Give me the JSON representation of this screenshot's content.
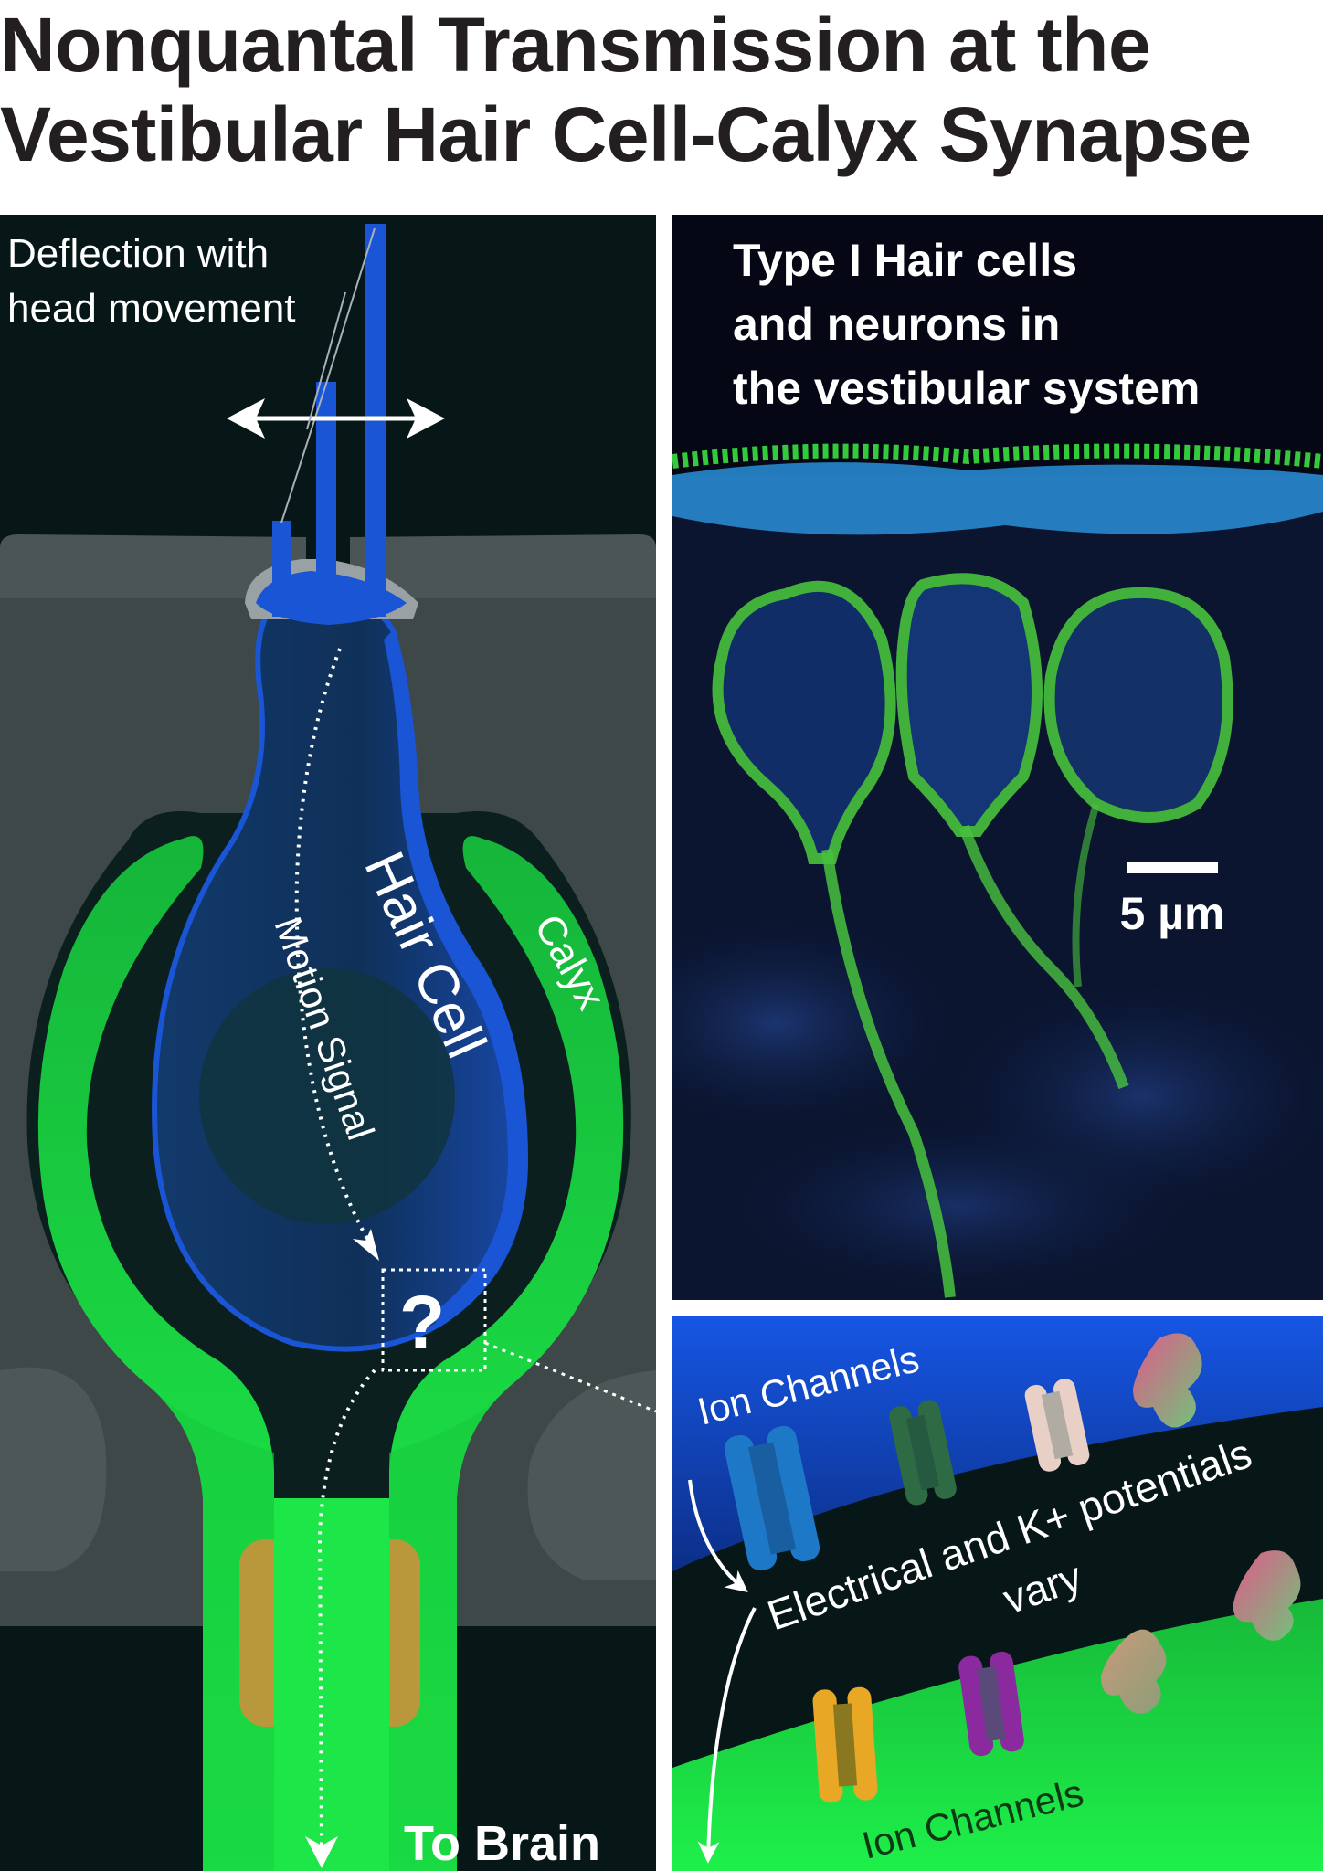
{
  "title": {
    "line1": "Nonquantal Transmission at the",
    "line2": "Vestibular Hair Cell-Calyx Synapse"
  },
  "left_panel": {
    "deflection_line1": "Deflection with",
    "deflection_line2": "head movement",
    "hair_cell": "Hair Cell",
    "motion_signal": "Motion Signal",
    "calyx": "Calyx",
    "question": "?",
    "to_brain": "To Brain"
  },
  "micrograph": {
    "caption_line1": "Type I Hair cells",
    "caption_line2": "and neurons in",
    "caption_line3": "the vestibular system",
    "scale_bar": "5 µm"
  },
  "inset": {
    "ion_channels_top": "Ion Channels",
    "potentials_line1": "Electrical and K+ potentials",
    "potentials_line2": "vary",
    "ion_channels_bottom": "Ion Channels"
  },
  "colors": {
    "hair_cell_blue": "#1a55d6",
    "calyx_green": "#1fbf3a",
    "background_dark": "#071717",
    "support_gray": "#3e4848",
    "nerve_pad": "#b8983a"
  }
}
